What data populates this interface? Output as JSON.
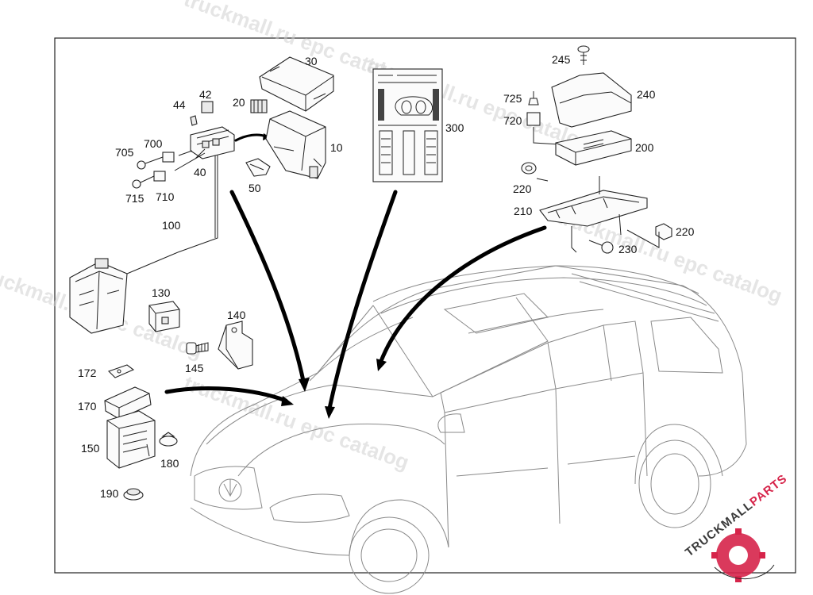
{
  "diagram": {
    "callouts": [
      {
        "id": "c30",
        "text": "30"
      },
      {
        "id": "c42",
        "text": "42"
      },
      {
        "id": "c44",
        "text": "44"
      },
      {
        "id": "c20",
        "text": "20"
      },
      {
        "id": "c700",
        "text": "700"
      },
      {
        "id": "c705",
        "text": "705"
      },
      {
        "id": "c40",
        "text": "40"
      },
      {
        "id": "c10",
        "text": "10"
      },
      {
        "id": "c50",
        "text": "50"
      },
      {
        "id": "c715",
        "text": "715"
      },
      {
        "id": "c710",
        "text": "710"
      },
      {
        "id": "c100",
        "text": "100"
      },
      {
        "id": "c300",
        "text": "300"
      },
      {
        "id": "c245",
        "text": "245"
      },
      {
        "id": "c240",
        "text": "240"
      },
      {
        "id": "c725",
        "text": "725"
      },
      {
        "id": "c720",
        "text": "720"
      },
      {
        "id": "c200",
        "text": "200"
      },
      {
        "id": "c220a",
        "text": "220"
      },
      {
        "id": "c210",
        "text": "210"
      },
      {
        "id": "c220b",
        "text": "220"
      },
      {
        "id": "c230",
        "text": "230"
      },
      {
        "id": "c130",
        "text": "130"
      },
      {
        "id": "c140",
        "text": "140"
      },
      {
        "id": "c145",
        "text": "145"
      },
      {
        "id": "c172",
        "text": "172"
      },
      {
        "id": "c170",
        "text": "170"
      },
      {
        "id": "c150",
        "text": "150"
      },
      {
        "id": "c180",
        "text": "180"
      },
      {
        "id": "c190",
        "text": "190"
      }
    ],
    "watermarks": [
      "truckmall.ru epc catalog",
      "truckmall.ru epc catalog",
      "truckmall.ru epc catalog",
      "truckmall.ru epc catalog",
      "truckmall.ru epc catalog"
    ],
    "brand": {
      "part1": "TRUCKMALL",
      "part2": "PARTS"
    }
  }
}
